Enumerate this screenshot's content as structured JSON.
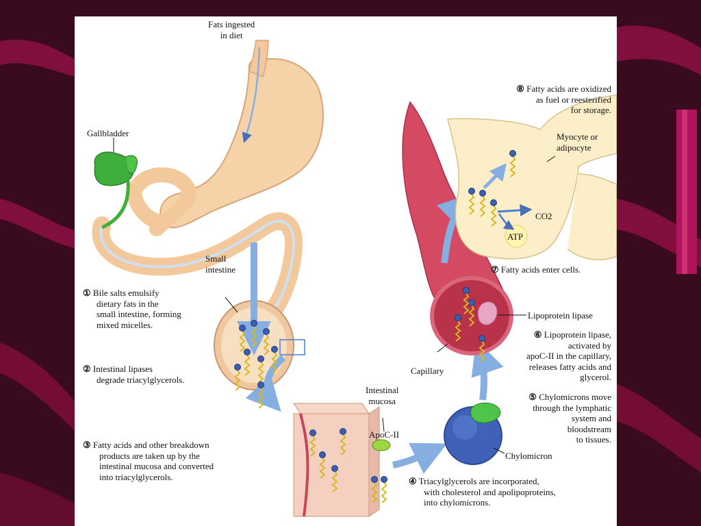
{
  "labels": {
    "fats_ingested": [
      "Fats ingested",
      "in diet"
    ],
    "gallbladder": "Gallbladder",
    "small_intestine": [
      "Small",
      "intestine"
    ],
    "intestinal_mucosa": [
      "Intestinal",
      "mucosa"
    ],
    "apoc2": "ApoC-II",
    "chylomicron": "Chylomicron",
    "capillary": "Capillary",
    "lipoprotein_lipase": "Lipoprotein lipase",
    "myocyte": [
      "Myocyte or",
      "adipocyte"
    ],
    "co2": "CO2",
    "atp": "ATP"
  },
  "steps": [
    {
      "marker": "①",
      "lines": [
        "Bile salts emulsify",
        "dietary fats in the",
        "small intestine, forming",
        "mixed micelles."
      ]
    },
    {
      "marker": "②",
      "lines": [
        "Intestinal lipases",
        "degrade triacylglycerols."
      ]
    },
    {
      "marker": "③",
      "lines": [
        "Fatty acids and other breakdown",
        "products are taken up by the",
        "intestinal mucosa and converted",
        "into triacylglycerols."
      ]
    },
    {
      "marker": "④",
      "lines": [
        "Triacylglycerols are incorporated,",
        "with cholesterol and apolipoproteins,",
        "into chylomicrons."
      ]
    },
    {
      "marker": "⑤",
      "lines": [
        "Chylomicrons move",
        "through the lymphatic",
        "system and",
        "bloodstream",
        "to tissues."
      ]
    },
    {
      "marker": "⑥",
      "lines": [
        "Lipoprotein lipase,",
        "activated by",
        "apoC-II in the capillary,",
        "releases fatty acids and",
        "glycerol."
      ]
    },
    {
      "marker": "⑦",
      "lines": [
        "Fatty acids enter cells."
      ]
    },
    {
      "marker": "⑧",
      "lines": [
        "Fatty acids are oxidized",
        "as fuel or reesterified",
        "for storage."
      ]
    }
  ],
  "colors": {
    "background": "#3a0a1f",
    "ribbon": "#8a0f40",
    "panel": "#ffffff",
    "stomach": "#f6d2a8",
    "gallbladder": "#3fae3a",
    "capillary": "#c8455a",
    "cell": "#fbeec8",
    "micelle": "#3a5fb0",
    "fatty_acid": "#d8b820",
    "arrow": "#86aee0"
  }
}
